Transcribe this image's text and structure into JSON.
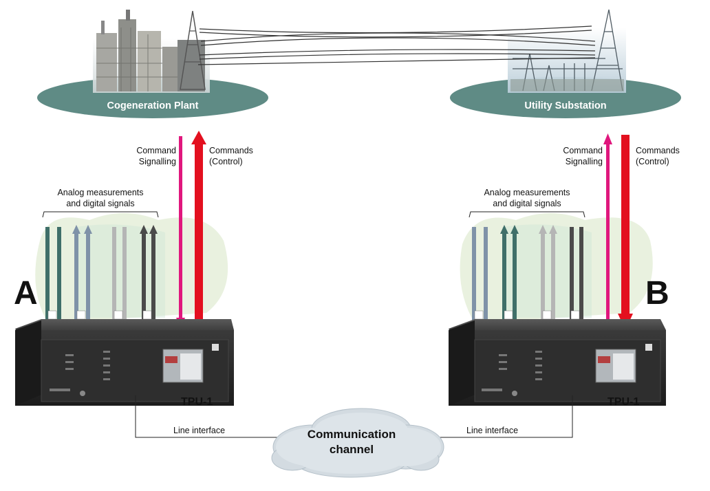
{
  "sites": {
    "left": {
      "name": "Cogeneration Plant"
    },
    "right": {
      "name": "Utility Substation"
    }
  },
  "terminals": {
    "left": {
      "letter": "A",
      "device": "TPU-1",
      "line_interface": "Line interface"
    },
    "right": {
      "letter": "B",
      "device": "TPU-1",
      "line_interface": "Line interface"
    }
  },
  "arrows": {
    "signalling_label_1": "Command",
    "signalling_label_2": "Signalling",
    "control_label_1": "Commands",
    "control_label_2": "(Control)",
    "analog_label_1": "Analog measurements",
    "analog_label_2": "and digital signals"
  },
  "cloud": {
    "line1": "Communication",
    "line2": "channel"
  },
  "colors": {
    "ellipse": "#5f8b85",
    "signalling": "#e0177d",
    "control": "#e3101f",
    "blob": "#e6eed8",
    "rack": "#2b2b2b"
  }
}
